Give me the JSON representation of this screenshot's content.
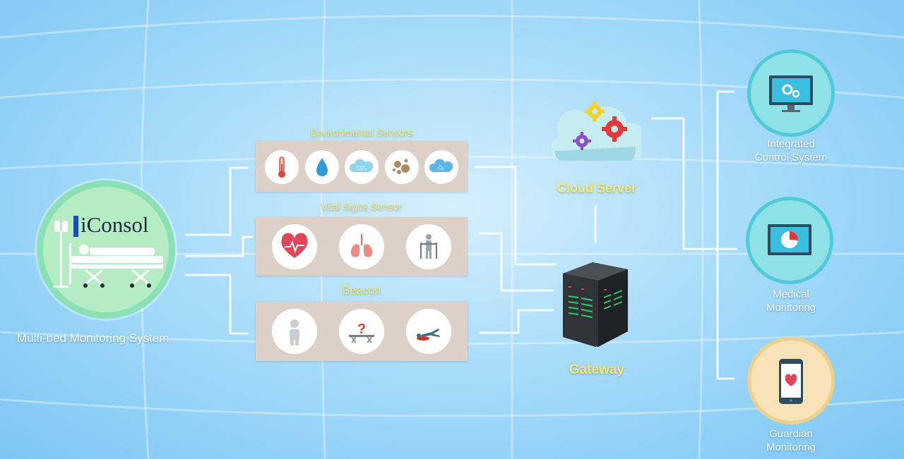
{
  "colors": {
    "panel": "#ddd0c6",
    "label_yellow": "#f7e96a",
    "monitor_teal": "#4fcbd8",
    "guardian_tan": "#f0cf8a",
    "monitoring_system_green": "#8be0b6"
  },
  "monitoring_system": {
    "logo": "iConsol",
    "label": "Multi-bed Monitoring System"
  },
  "panels": {
    "environmental": {
      "title": "Environmental Sensors",
      "icons": [
        "thermometer-icon",
        "water-drop-icon",
        "co2-cloud-icon",
        "dust-particles-icon",
        "o2-cloud-icon"
      ],
      "co2_label": "CO₂",
      "o2_label": "O₂"
    },
    "vital": {
      "title": "Vital Signs Sensor",
      "icons": [
        "heart-rate-icon",
        "lungs-icon",
        "walker-icon"
      ]
    },
    "beacon": {
      "title": "Beacon",
      "icons": [
        "person-icon",
        "bed-question-icon",
        "fallen-person-icon"
      ],
      "question_mark": "?"
    }
  },
  "cloud": {
    "label": "Cloud Server"
  },
  "gateway": {
    "label": "Gateway"
  },
  "outputs": [
    {
      "label_line1": "Integrated",
      "label_line2": "Control System",
      "icon": "monitor-gears-icon"
    },
    {
      "label_line1": "Medical",
      "label_line2": "Monitoring",
      "icon": "monitor-pie-chart-icon"
    },
    {
      "label_line1": "Guardian",
      "label_line2": "Monitoring",
      "icon": "smartphone-heart-icon"
    }
  ]
}
